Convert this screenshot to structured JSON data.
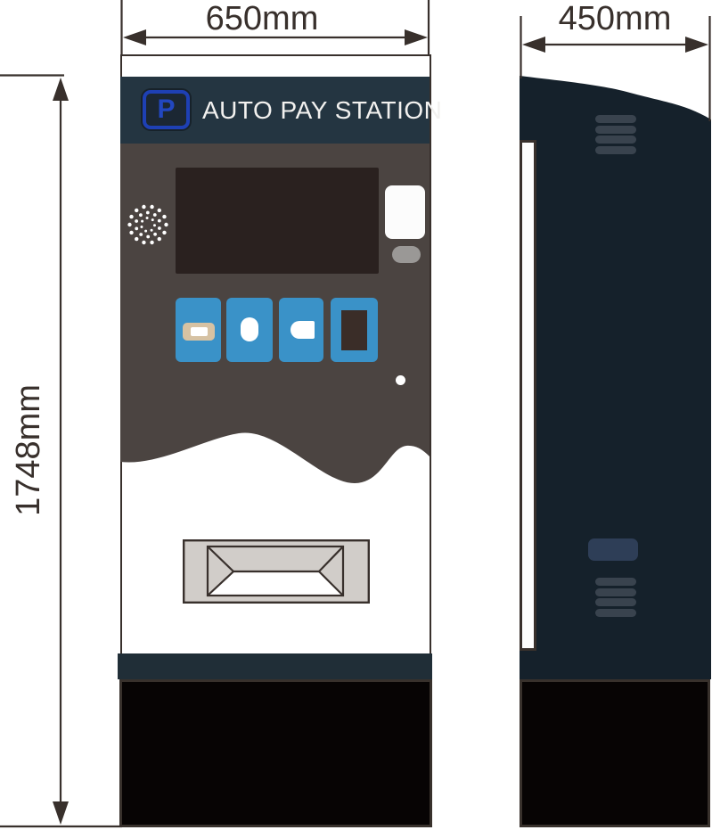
{
  "title": "Auto pay station dimensional drawing",
  "dimensions": {
    "front_width": "650mm",
    "side_depth": "450mm",
    "height": "1748mm"
  },
  "front_view": {
    "header": {
      "parking_symbol": "P",
      "title": "AUTO PAY STATION"
    }
  },
  "icons": [
    "parking-icon",
    "speaker-grill-icon",
    "vent-grill-upper-icon",
    "vent-grill-lower-icon"
  ],
  "colors": {
    "annotation": "#38302c",
    "header_navy": "#243541",
    "side_body_navy": "#15212b",
    "face_gray": "#4b4441",
    "screen_dark": "#2a211f",
    "button_blue": "#3a92c8",
    "coin_slot_beige": "#d6c2a3",
    "tray_gray": "#d1cdc9",
    "plinth_navy": "#202e37",
    "base_black": "#070404",
    "parking_blue": "#1e40b4",
    "vent_slat": "#39434e",
    "lock_blue_gray": "#2e3e57"
  }
}
